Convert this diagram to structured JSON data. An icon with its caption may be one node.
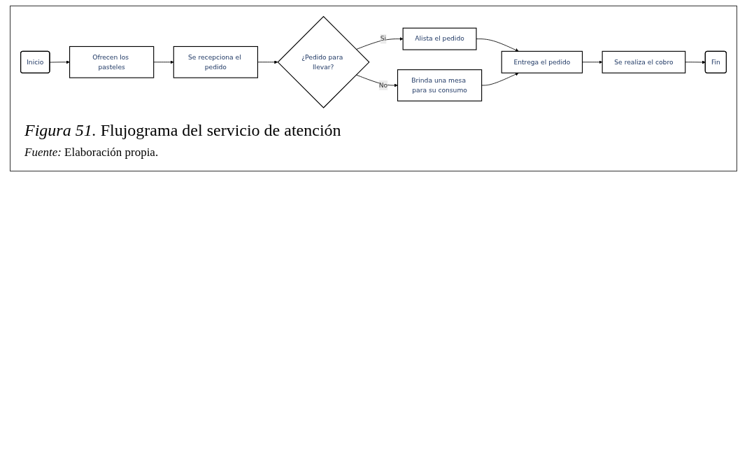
{
  "diagram": {
    "caption": "*Figura 51.* Flujograma del servicio de atención",
    "nodes": [
      {
        "text": [
          "Inicio"
        ]
      },
      {
        "text": [
          "Ofrecen los pasteles"
        ]
      },
      {
        "text": [
          "Se recepciona el pedido"
        ]
      },
      {
        "text": [
          "¿Pedido para llevar?"
        ]
      },
      {
        "text": [
          "Alista el pedido"
        ]
      },
      {
        "text": [
          "Brinda una mesa para su consumo"
        ]
      },
      {
        "text": [
          "Entrega el pedido"
        ]
      },
      {
        "text": [
          "Se realiza el cobro"
        ]
      },
      {
        "text": [
          "Fin"
        ]
      }
    ],
    "edges": [
      {
        "from": 0,
        "to": 1,
        "arrow": "to"
      },
      {
        "from": 1,
        "to": 2,
        "arrow": "to"
      },
      {
        "from": 2,
        "to": 3,
        "arrow": "to"
      },
      {
        "from": 3,
        "to": 4,
        "arrow": "to",
        "label": "Si"
      },
      {
        "from": 3,
        "to": 5,
        "arrow": "to",
        "label": "No"
      },
      {
        "from": 4,
        "to": 6,
        "arrow": "to"
      },
      {
        "from": 5,
        "to": 6,
        "arrow": "to"
      },
      {
        "from": 6,
        "to": 7,
        "arrow": "to"
      },
      {
        "from": 7,
        "to": 8,
        "arrow": "to"
      }
    ],
    "labels": [
      "*Fuente:* Elaboración propia."
    ]
  }
}
